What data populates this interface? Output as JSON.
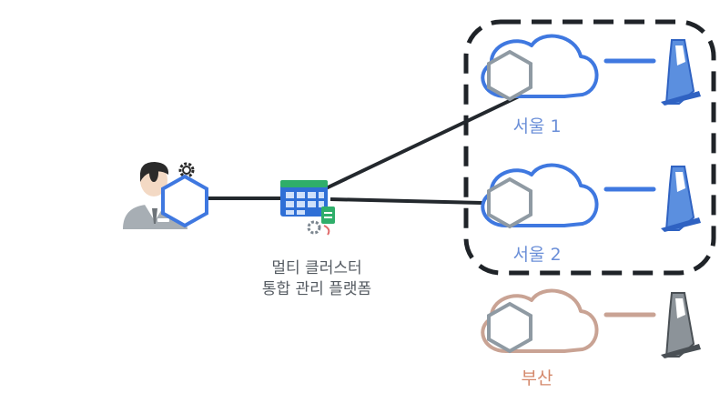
{
  "platform": {
    "label_line1": "멀티 클러스터",
    "label_line2": "통합 관리 플랫폼"
  },
  "regions": [
    {
      "label": "서울 1",
      "color": "#3f78e0"
    },
    {
      "label": "서울 2",
      "color": "#3f78e0"
    },
    {
      "label": "부산",
      "color": "#c9a394"
    }
  ],
  "icons": {
    "admin": "admin-user-icon",
    "gear": "gear-icon",
    "platform": "management-platform-icon",
    "cluster": "cluster-hexagon-icon",
    "cloud": "cloud-icon",
    "kiosk": "kiosk-icon"
  },
  "colors": {
    "accent_blue": "#3f78e0",
    "busan_tan": "#c9a394",
    "arrow": "#23282d",
    "group_border": "#1f2328",
    "hex_gray": "#8f9aa3"
  }
}
